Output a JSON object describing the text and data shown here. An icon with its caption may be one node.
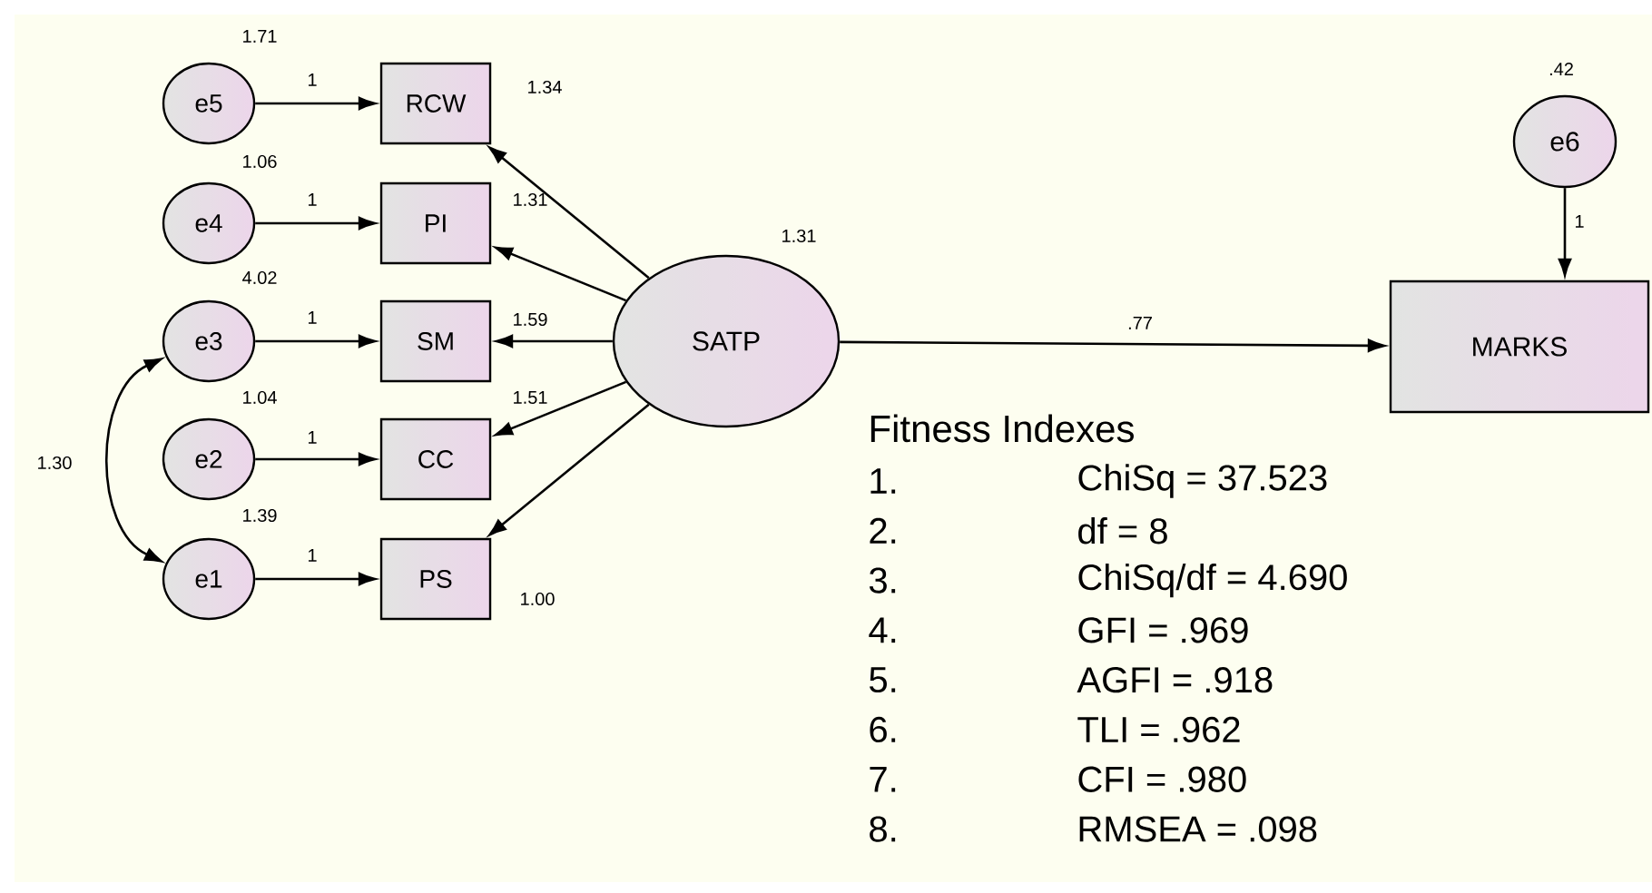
{
  "diagram": {
    "nodes": [
      {
        "text": [
          "e5"
        ],
        "beside": [
          "1.71"
        ]
      },
      {
        "text": [
          "RCW"
        ],
        "beside": [
          "1.34"
        ]
      },
      {
        "text": [
          "e4"
        ],
        "beside": [
          "1.06"
        ]
      },
      {
        "text": [
          "PI"
        ],
        "beside": [
          "1.31"
        ]
      },
      {
        "text": [
          "e3"
        ],
        "beside": [
          "4.02"
        ]
      },
      {
        "text": [
          "SM"
        ],
        "beside": [
          "1.59"
        ]
      },
      {
        "text": [
          "e2"
        ],
        "beside": [
          "1.04"
        ]
      },
      {
        "text": [
          "CC"
        ],
        "beside": [
          "1.51"
        ]
      },
      {
        "text": [
          "e1"
        ],
        "beside": [
          "1.39"
        ]
      },
      {
        "text": [
          "PS"
        ],
        "beside": [
          "1.00"
        ]
      },
      {
        "text": [
          "SATP"
        ],
        "beside": [
          "1.31"
        ]
      },
      {
        "text": [
          "e6"
        ],
        "beside": [
          ".42"
        ]
      },
      {
        "text": [
          "MARKS"
        ]
      }
    ],
    "edges": [
      {
        "from": 0,
        "to": 1,
        "arrow": "to",
        "label": "1"
      },
      {
        "from": 2,
        "to": 3,
        "arrow": "to",
        "label": "1"
      },
      {
        "from": 4,
        "to": 5,
        "arrow": "to",
        "label": "1"
      },
      {
        "from": 6,
        "to": 7,
        "arrow": "to",
        "label": "1"
      },
      {
        "from": 8,
        "to": 9,
        "arrow": "to",
        "label": "1"
      },
      {
        "from": 10,
        "to": 1,
        "arrow": "to"
      },
      {
        "from": 10,
        "to": 3,
        "arrow": "to"
      },
      {
        "from": 10,
        "to": 5,
        "arrow": "to"
      },
      {
        "from": 10,
        "to": 7,
        "arrow": "to"
      },
      {
        "from": 10,
        "to": 9,
        "arrow": "to"
      },
      {
        "from": 4,
        "to": 8,
        "arrow": "both",
        "label": "1.30"
      },
      {
        "from": 10,
        "to": 12,
        "arrow": "to",
        "label": ".77"
      },
      {
        "from": 11,
        "to": 12,
        "arrow": "to",
        "label": "1"
      }
    ],
    "labels": [
      "Fitness Indexes",
      "1.",
      "ChiSq = 37.523",
      "2.",
      "df = 8",
      "3.",
      "ChiSq/df = 4.690",
      "4.",
      "GFI = .969",
      "5.",
      "AGFI = .918",
      "6.",
      "TLI = .962",
      "7.",
      "CFI = .980",
      "8.",
      "RMSEA = .098"
    ]
  }
}
